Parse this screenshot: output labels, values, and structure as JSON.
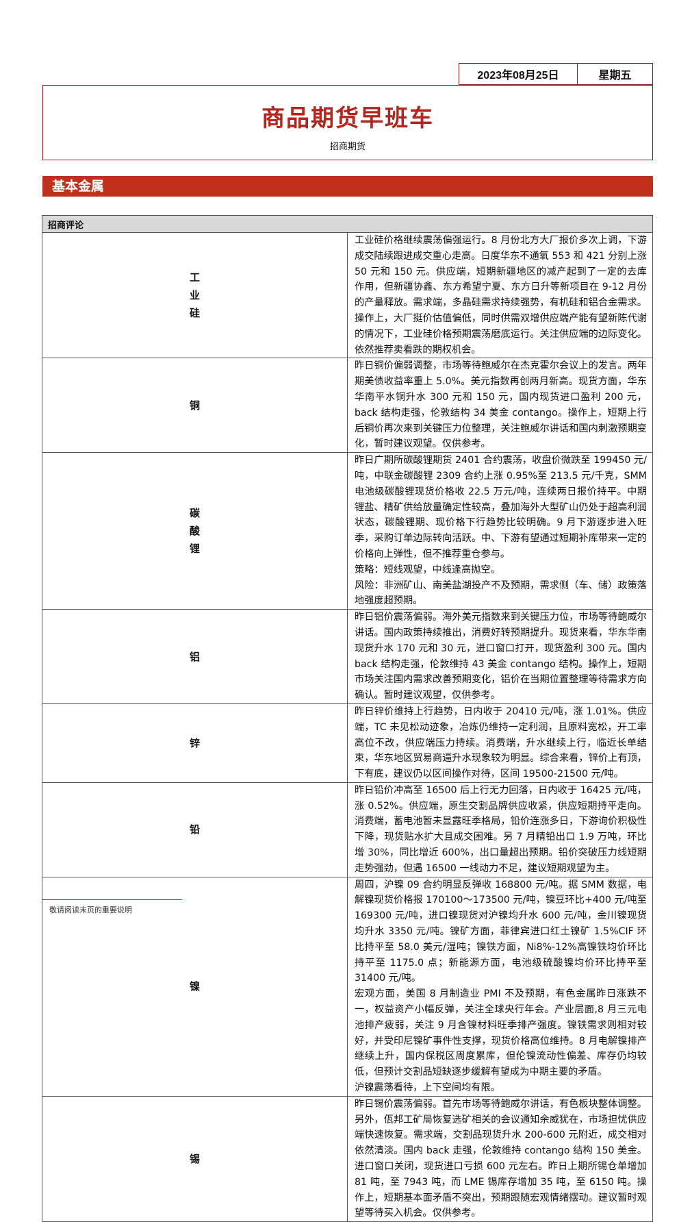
{
  "header": {
    "date": "2023年08月25日",
    "weekday": "星期五"
  },
  "title": "商品期货早班车",
  "subtitle": "招商期货",
  "section": "基本金属",
  "table_header": "招商评论",
  "rows": [
    {
      "label": "工业硅",
      "paragraphs": [
        "工业硅价格继续震荡偏强运行。8 月份北方大厂报价多次上调，下游成交陆续跟进成交重心走高。日度华东不通氧 553 和 421 分别上涨 50 元和 150 元。供应端，短期新疆地区的减产起到了一定的去库作用，但新疆协鑫、东方希望宁夏、东方日升等新项目在 9-12 月份的产量释放。需求端，多晶硅需求持续强势，有机硅和铝合金需求。操作上，大厂挺价估值偏低，同时供需双增供应端产能有望新陈代谢的情况下，工业硅价格预期震荡磨底运行。关注供应端的边际变化。依然推荐卖看跌的期权机会。"
      ]
    },
    {
      "label": "铜",
      "paragraphs": [
        "昨日铜价偏弱调整，市场等待鲍威尔在杰克霍尔会议上的发言。两年期美债收益率重上 5.0%。美元指数再创两月新高。现货方面，华东华南平水铜升水 300 元和 150 元，国内现货进口盈利 200 元，back 结构走强，伦敦结构 34 美金 contango。操作上，短期上行后铜价再次来到关键压力位整理，关注鲍威尔讲话和国内刺激预期变化，暂时建议观望。仅供参考。"
      ]
    },
    {
      "label": "碳酸锂",
      "paragraphs": [
        "昨日广期所碳酸锂期货 2401 合约震荡，收盘价微跌至 199450 元/吨，中联金碳酸锂 2309 合约上涨 0.95%至 213.5 元/千克，SMM 电池级碳酸锂现货价格收 22.5 万元/吨，连续两日报价持平。中期锂盐、精矿供给放量确定性较高，叠加海外大型矿山仍处于超高利润状态，碳酸锂期、现价格下行趋势比较明确。9 月下游逐步进入旺季，采购订单边际转向活跃。中、下游有望通过短期补库带来一定的价格向上弹性，但不推荐重仓参与。",
        "策略：短线观望，中线逢高抛空。",
        "风险：非洲矿山、南美盐湖投产不及预期，需求侧（车、储）政策落地强度超预期。"
      ]
    },
    {
      "label": "铝",
      "paragraphs": [
        "昨日铝价震荡偏弱。海外美元指数来到关键压力位，市场等待鲍威尔讲话。国内政策持续推出，消费好转预期提升。现货来看，华东华南现货升水 170 元和 30 元，进口窗口打开，现货盈利 300 元。国内 back 结构走强，伦敦维持 43 美金 contango 结构。操作上，短期市场关注国内需求改善预期变化，铝价在当期位置整理等待需求方向确认。暂时建议观望，仅供参考。"
      ]
    },
    {
      "label": "锌",
      "paragraphs": [
        "昨日锌价维持上行趋势，日内收于 20410 元/吨，涨 1.01%。供应端，TC 未见松动迹象，冶炼仍维持一定利润，且原料宽松，开工率高位不改，供应端压力持续。消费端，升水继续上行，临近长单结束，华东地区贸易商逼升水现象较为明显。综合来看，锌价上有顶，下有底，建议仍以区间操作对待，区间 19500-21500 元/吨。"
      ]
    },
    {
      "label": "铅",
      "paragraphs": [
        "昨日铅价冲高至 16500 后上行无力回落，日内收于 16425 元/吨，涨 0.52%。供应端，原生交割品牌供应收紧，供应短期持平走向。消费端，蓄电池暂未显露旺季格局，铅价连涨多日，下游询价积极性下降，现货贴水扩大且成交困难。另 7 月精铅出口 1.9 万吨，环比增 30%，同比增近 600%，出口量超出预期。铅价突破压力线短期走势强劲，但遇 16500 一线动力不足，建议短期观望为主。"
      ]
    },
    {
      "label": "镍",
      "paragraphs": [
        "周四，沪镍 09 合约明显反弹收 168800 元/吨。据 SMM 数据，电解镍现货价格报 170100～173500 元/吨，镍豆环比+400 元/吨至 169300 元/吨，进口镍现货对沪镍均升水 600 元/吨，金川镍现货均升水 3350 元/吨。镍矿方面，菲律宾进口红土镍矿 1.5%CIF 环比持平至 58.0 美元/湿吨；镍铁方面，Ni8%-12%高镍铁均价环比持平至 1175.0 点；新能源方面，电池级硫酸镍均价环比持平至 31400 元/吨。",
        "宏观方面，美国 8 月制造业 PMI 不及预期，有色金属昨日涨跌不一，权益资产小幅反弹，关注全球央行年会。产业层面,8 月三元电池排产疲弱，关注 9 月含镍材料旺季排产强度。镍铁需求则相对较好，并受印尼镍矿事件性支撑，现货价格高位维持。8 月电解镍排产继续上升，国内保税区周度累库，但伦镍流动性偏差、库存仍均较低，但预计交割品短缺逐步缓解有望成为中期主要的矛盾。",
        "沪镍震荡看待，上下空间均有限。"
      ]
    },
    {
      "label": "锡",
      "paragraphs": [
        "昨日锡价震荡偏弱。首先市场等待鲍威尔讲话，有色板块整体调整。另外，佤邦工矿局恢复选矿相关的会议通知余威犹在，市场担忧供应端快速恢复。需求端，交割品现货升水 200-600 元附近，成交相对依然清淡。国内 back 走强，伦敦维持 contango 结构 150 美金。进口窗口关闭，现货进口亏损 600 元左右。昨日上期所锡仓单增加 81 吨，至 7943 吨，而 LME 锡库存增加 35 吨，至 6150 吨。操作上，短期基本面矛盾不突出，预期跟随宏观情绪摆动。建议暂时观望等待买入机会。仅供参考。"
      ]
    }
  ],
  "footer": "敬请阅读末页的重要说明"
}
